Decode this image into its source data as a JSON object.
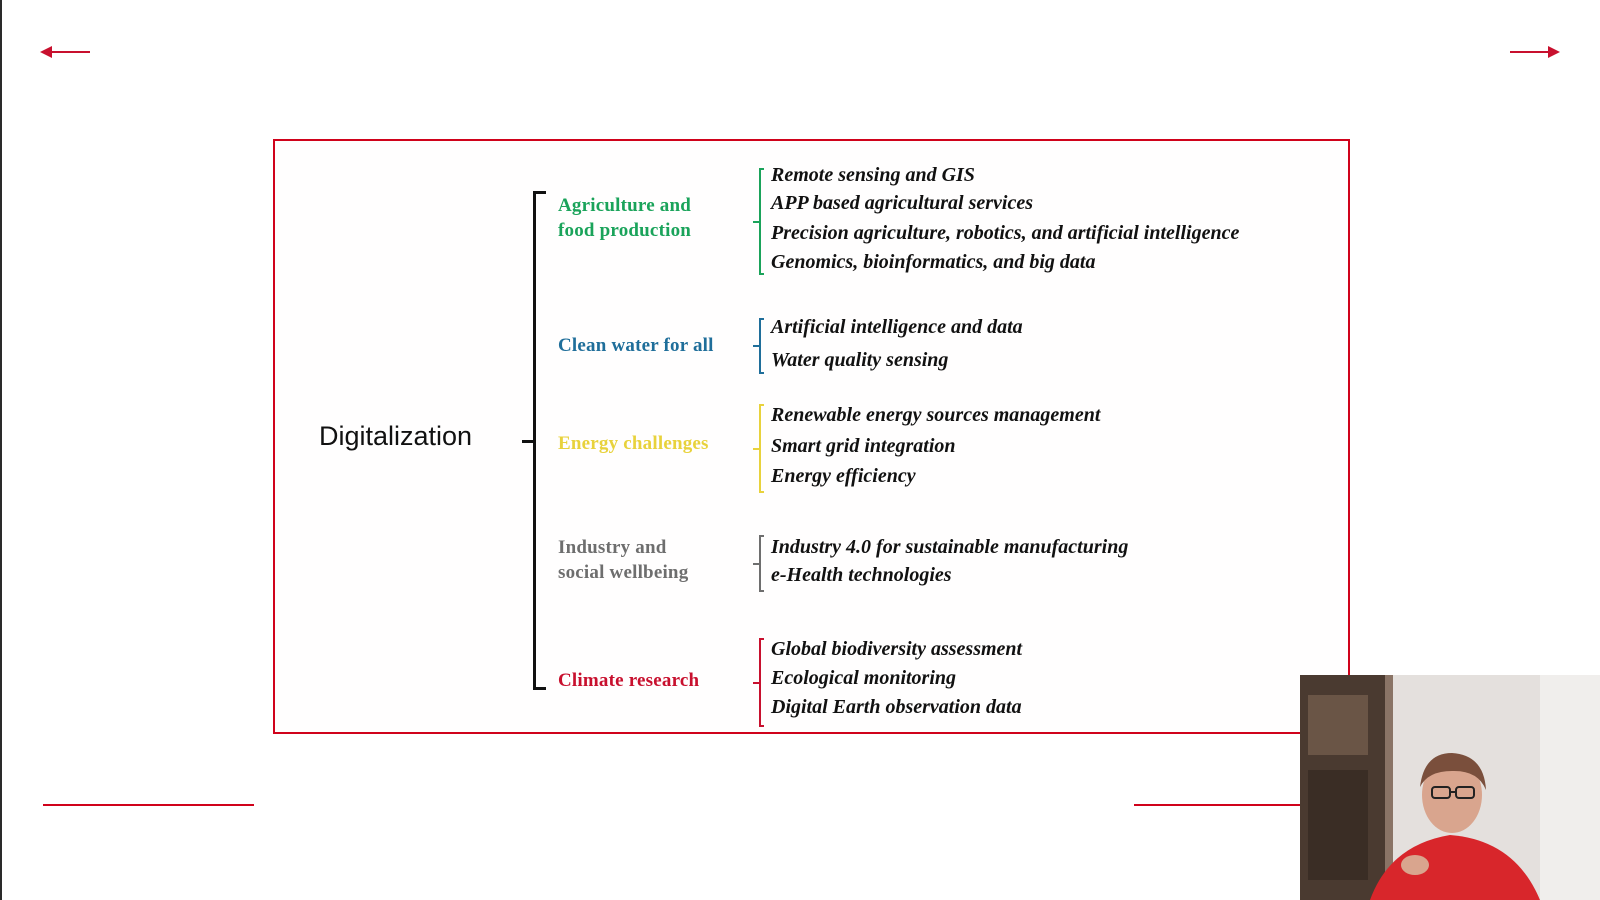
{
  "root": {
    "label": "Digitalization"
  },
  "categories": [
    {
      "lines": [
        "Agriculture and",
        "food production"
      ],
      "color": "#1aa35a",
      "items": [
        "Remote sensing and GIS",
        "APP based agricultural services",
        "Precision agriculture, robotics, and artificial intelligence",
        "Genomics, bioinformatics, and big data"
      ]
    },
    {
      "lines": [
        "Clean water for all"
      ],
      "color": "#1f6e9a",
      "items": [
        "Artificial intelligence and data",
        "Water quality sensing"
      ]
    },
    {
      "lines": [
        "Energy challenges"
      ],
      "color": "#e8d23c",
      "items": [
        "Renewable energy sources management",
        "Smart grid integration",
        "Energy efficiency"
      ]
    },
    {
      "lines": [
        "Industry and",
        "social wellbeing"
      ],
      "color": "#6e6e6e",
      "items": [
        "Industry 4.0 for sustainable manufacturing",
        "e-Health technologies"
      ]
    },
    {
      "lines": [
        "Climate research"
      ],
      "color": "#c8102e",
      "items": [
        "Global biodiversity assessment",
        "Ecological monitoring",
        "Digital Earth observation data"
      ]
    }
  ],
  "colors": {
    "accent": "#d0021b"
  }
}
